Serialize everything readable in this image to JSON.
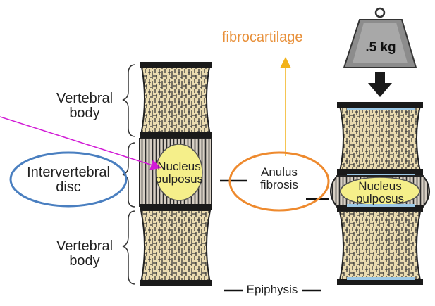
{
  "labels": {
    "vertebral_body_top": [
      "Vertebral",
      "body"
    ],
    "intervertebral_disc": [
      "Intervertebral",
      "disc"
    ],
    "vertebral_body_bottom": [
      "Vertebral",
      "body"
    ],
    "nucleus_left": [
      "Nucleus",
      "pulposus"
    ],
    "anulus": [
      "Anulus",
      "fibrosis"
    ],
    "nucleus_right": [
      "Nucleus",
      "pulposus"
    ],
    "epiphysis": "Epiphysis",
    "fibrocartilage": "fibrocartilage",
    "weight": ".5 kg"
  },
  "colors": {
    "bone_fill": "#eadbb0",
    "bone_line": "#3a3a3a",
    "nucleus_fill": "#f5ef8a",
    "blue_outline": "#4a7fc0",
    "orange_outline": "#ee8a2e",
    "arrow_gold": "#f2b21a",
    "arrow_magenta": "#d21bd6",
    "cartilage_blue": "#9cc8e6"
  }
}
